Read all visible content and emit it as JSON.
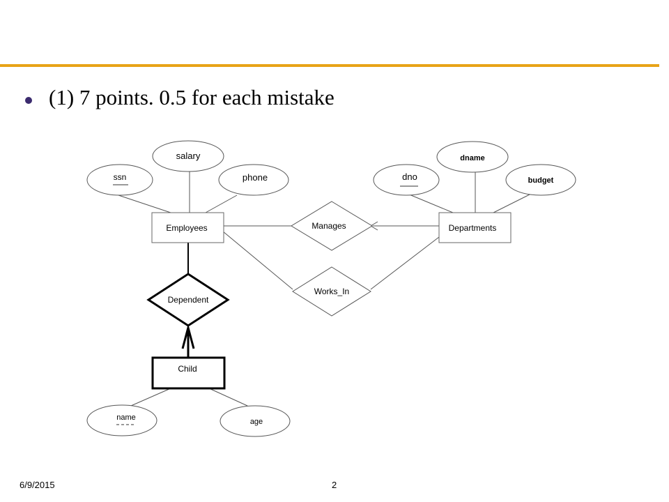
{
  "slide": {
    "bullet_text": "(1) 7 points. 0.5 for each mistake",
    "footer_date": "6/9/2015",
    "page_number": "2",
    "accent_color": "#E8A317",
    "bullet_color": "#3B2B6E"
  },
  "diagram": {
    "entities": {
      "employees": "Employees",
      "departments": "Departments",
      "child": "Child"
    },
    "relationships": {
      "manages": "Manages",
      "works_in": "Works_In",
      "dependent": "Dependent"
    },
    "attributes": {
      "ssn": "ssn",
      "salary": "salary",
      "phone": "phone",
      "dno": "dno",
      "dname": "dname",
      "budget": "budget",
      "name": "name",
      "age": "age"
    }
  }
}
